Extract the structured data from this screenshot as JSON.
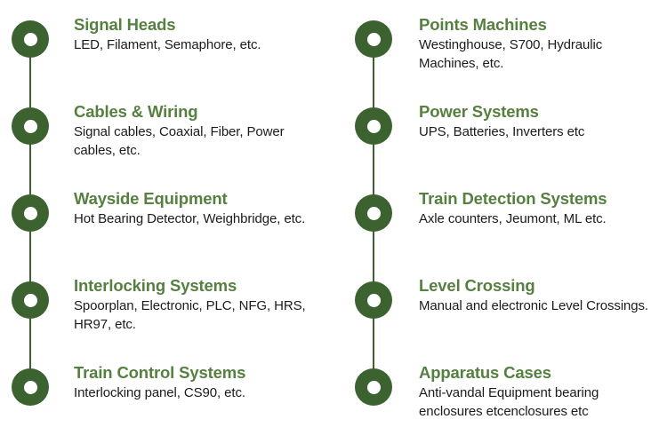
{
  "theme": {
    "marker_color": "#3c6230",
    "marker_hole_color": "#ffffff",
    "track_color": "#3c6230",
    "title_color": "#558040",
    "description_color": "#1b1b1b",
    "background_color": "#ffffff"
  },
  "columns": [
    {
      "name": "left-column",
      "items": [
        {
          "marker_icon": "ring-node-icon",
          "title": "Signal Heads",
          "description": "LED, Filament, Semaphore, etc."
        },
        {
          "marker_icon": "ring-node-icon",
          "title": "Cables & Wiring",
          "description": "Signal cables, Coaxial, Fiber, Power cables, etc."
        },
        {
          "marker_icon": "ring-node-icon",
          "title": "Wayside Equipment",
          "description": "Hot Bearing Detector, Weighbridge, etc."
        },
        {
          "marker_icon": "ring-node-icon",
          "title": "Interlocking Systems",
          "description": "Spoorplan, Electronic, PLC, NFG, HRS, HR97, etc."
        },
        {
          "marker_icon": "ring-node-icon",
          "title": "Train Control Systems",
          "description": "Interlocking panel, CS90, etc."
        }
      ]
    },
    {
      "name": "right-column",
      "items": [
        {
          "marker_icon": "ring-node-icon",
          "title": "Points Machines",
          "description": "Westinghouse, S700, Hydraulic Machines, etc."
        },
        {
          "marker_icon": "ring-node-icon",
          "title": "Power Systems",
          "description": "UPS, Batteries, Inverters etc"
        },
        {
          "marker_icon": "ring-node-icon",
          "title": "Train Detection Systems",
          "description": "Axle counters, Jeumont, ML etc."
        },
        {
          "marker_icon": "ring-node-icon",
          "title": "Level Crossing",
          "description": "Manual and electronic Level Crossings."
        },
        {
          "marker_icon": "ring-node-icon",
          "title": "Apparatus Cases",
          "description": "Anti-vandal Equipment bearing enclosures etcenclosures etc"
        }
      ]
    }
  ]
}
